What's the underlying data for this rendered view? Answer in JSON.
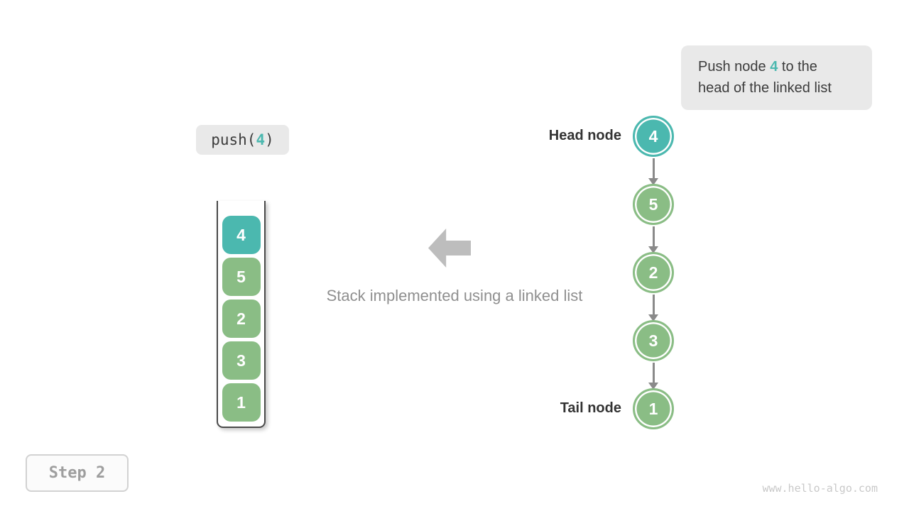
{
  "colors": {
    "teal": "#4bb8af",
    "green": "#8abd85",
    "label-bg": "#e9e9e9",
    "text-dark": "#3c3c3c",
    "text-gray": "#8f8f8f",
    "arrow-gray": "#bdbdbd",
    "connector-gray": "#8a8a8a",
    "container-border": "#4a4a4a",
    "step-text": "#9e9e9e",
    "step-border": "#d2d2d2",
    "watermark": "#c9c9c9"
  },
  "callout": {
    "text_before": "Push node ",
    "highlight": "4",
    "text_after": " to the\nhead of the linked list"
  },
  "operation": {
    "prefix": "push(",
    "argument": "4",
    "suffix": ")"
  },
  "stack": {
    "items": [
      {
        "value": "4"
      },
      {
        "value": "5"
      },
      {
        "value": "2"
      },
      {
        "value": "3"
      },
      {
        "value": "1"
      }
    ]
  },
  "caption": {
    "text": "Stack implemented using a linked list"
  },
  "linked_list": {
    "head_label": "Head node",
    "tail_label": "Tail node",
    "nodes": [
      {
        "value": "4"
      },
      {
        "value": "5"
      },
      {
        "value": "2"
      },
      {
        "value": "3"
      },
      {
        "value": "1"
      }
    ]
  },
  "step": {
    "label": "Step 2"
  },
  "watermark": {
    "text": "www.hello-algo.com"
  }
}
